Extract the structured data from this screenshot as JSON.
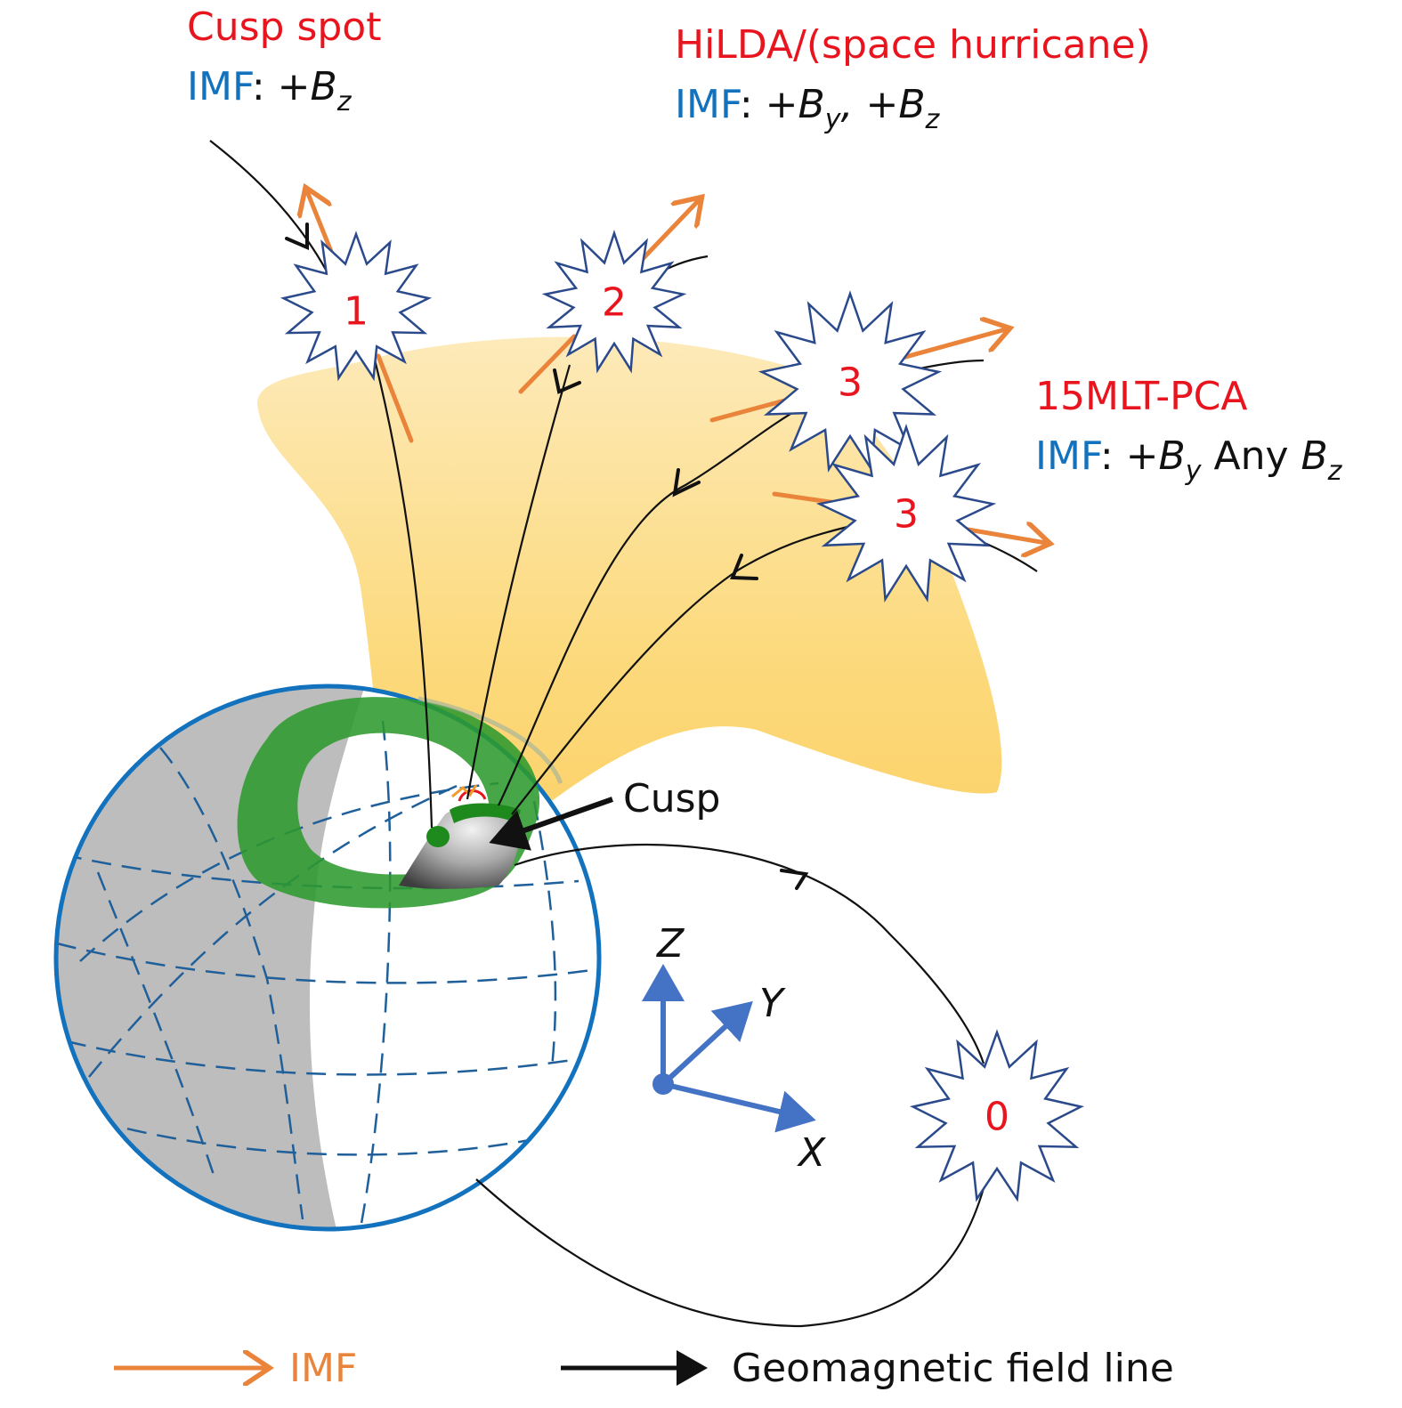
{
  "labels": {
    "cusp_spot": {
      "title": "Cusp spot",
      "imf_word": "IMF",
      "colon": ":",
      "rest": " +B",
      "sub": "z"
    },
    "hilda": {
      "title": "HiLDA/(space hurricane)",
      "imf_word": "IMF",
      "colon": ":",
      "part1": " +B",
      "sub1": "y",
      "part2": ", +B",
      "sub2": "z"
    },
    "pca": {
      "title": "15MLT-PCA",
      "imf_word": "IMF",
      "colon": ":",
      "part1": " +B",
      "sub1": "y",
      "part2": " Any ",
      "part2b": "B",
      "sub2": "z"
    },
    "cusp": "Cusp"
  },
  "bursts": [
    "1",
    "2",
    "3",
    "3",
    "0"
  ],
  "axes": {
    "z": "Z",
    "y": "Y",
    "x": "X"
  },
  "legend": {
    "imf": "IMF",
    "field_line": "Geomagnetic field line"
  },
  "colors": {
    "title_red": "#e8141e",
    "imf_blue": "#1272bd",
    "imf_arrow_orange": "#e9843a",
    "cusp_funnel_yellow": "#fcd774",
    "auroral_oval_green": "#2e9a2e",
    "earth_outline_blue": "#1272bd",
    "night_side_gray": "#bdbdbd",
    "axis_blue": "#4472c4",
    "burst_outline": "#2b4a8b"
  }
}
